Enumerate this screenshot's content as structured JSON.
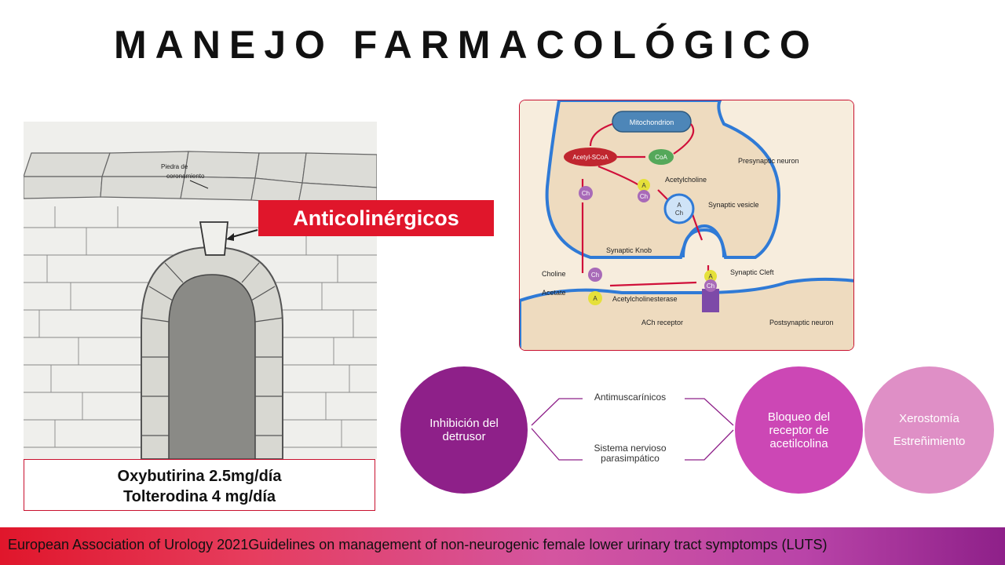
{
  "title": "MANEJO FARMACOLÓGICO",
  "arch": {
    "label_line1": "Piedra de",
    "label_line2": "coronamiento"
  },
  "drugs": {
    "line1": "Oxybutirina  2.5mg/día",
    "line2": "Tolterodina  4 mg/día"
  },
  "anticolinergicos_label": "Anticolinérgicos",
  "neuron": {
    "mitochondrion": "Mitochondrion",
    "acetyl_scoa": "Acetyl-SCoA",
    "coa": "CoA",
    "acetylcholine": "Acetylcholine",
    "presynaptic": "Presynaptic neuron",
    "synaptic_vesicle": "Synaptic vesicle",
    "synaptic_knob": "Synaptic Knob",
    "synaptic_cleft": "Synaptic Cleft",
    "choline": "Choline",
    "acetate": "Acetate",
    "acetylcholinesterase": "Acetylcholinesterase",
    "ach_receptor": "ACh receptor",
    "postsynaptic": "Postsynaptic neuron",
    "a": "A",
    "ch": "Ch"
  },
  "flow": {
    "circle1": "Inhibición del detrusor",
    "top_label": "Antimuscarínicos",
    "bottom_label": "Sistema nervioso parasimpático",
    "circle2": "Bloqueo del receptor de acetilcolina",
    "effect1": "Xerostomía",
    "effect2": "Estreñimiento"
  },
  "footer": "European Association of Urology 2021Guidelines on management of non-neurogenic female lower urinary tract symptomps (LUTS)",
  "colors": {
    "accent_red": "#e0162b",
    "purple_dark": "#8e2089",
    "purple_mid": "#cc47b5",
    "purple_light": "#df8fc6"
  }
}
